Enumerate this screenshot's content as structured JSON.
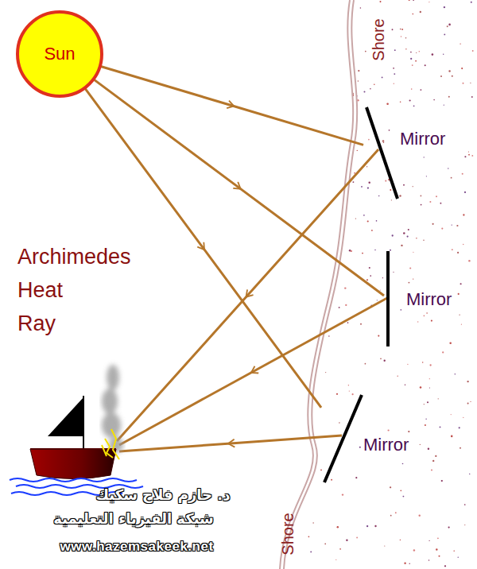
{
  "diagram": {
    "nodes": [
      {
        "text": [
          "Sun"
        ]
      },
      {
        "text": [
          "Mirror"
        ]
      },
      {
        "text": [
          "Mirror"
        ]
      },
      {
        "text": [
          "Mirror"
        ]
      }
    ],
    "edges": [
      {
        "from": 0,
        "to": 1,
        "arrow": "to"
      },
      {
        "from": 0,
        "to": 2,
        "arrow": "to"
      },
      {
        "from": 0,
        "to": 3,
        "arrow": "to"
      }
    ],
    "labels": [
      "Shore",
      "Shore",
      "Archimedes Heat Ray",
      "د. حازم فلاح سكيك",
      "شبكة الفيزياء التعليمية",
      "www.hazemsakeek.net"
    ]
  }
}
